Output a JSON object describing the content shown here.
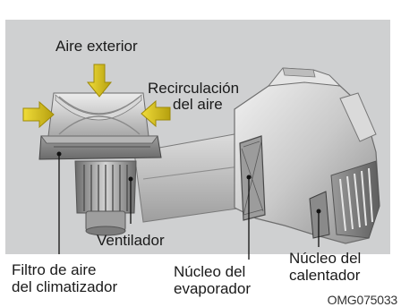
{
  "labels": {
    "outside_air": "Aire exterior",
    "recirculation_line1": "Recirculación",
    "recirculation_line2": "del aire",
    "blower": "Ventilador",
    "filter_line1": "Filtro de aire",
    "filter_line2": "del climatizador",
    "evaporator_line1": "Núcleo del",
    "evaporator_line2": "evaporador",
    "heater_line1": "Núcleo del",
    "heater_line2": "calentador"
  },
  "figure_code": "OMG075033",
  "colors": {
    "background_panel": "#cfd0d1",
    "arrow_yellow": "#d9c317",
    "leader_line": "#111111"
  }
}
